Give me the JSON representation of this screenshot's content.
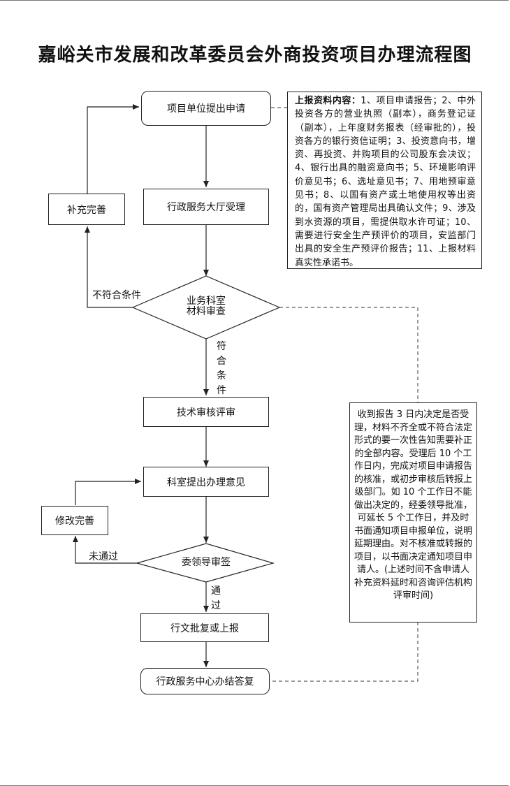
{
  "title": "嘉峪关市发展和改革委员会外商投资项目办理流程图",
  "steps": {
    "apply": "项目单位提出申请",
    "accept": "行政服务大厅受理",
    "review": "业务科室\n材料审查",
    "tech": "技术审核评审",
    "opinion": "科室提出办理意见",
    "leader": "委领导审签",
    "reply": "行文批复或上报",
    "finish": "行政服务中心办结答复",
    "supplement": "补充完善",
    "modify": "修改完善"
  },
  "edge_labels": {
    "not_qualified": "不符合条件",
    "qualified": "符合条件",
    "not_passed": "未通过",
    "passed": "通过"
  },
  "materials_note": {
    "heading": "上报资料内容：",
    "body": "1、项目申请报告；2、中外投资各方的营业执照（副本），商务登记证（副本），上年度财务报表（经审批的），投资各方的银行资信证明；3、投资意向书，增资、再投资、并购项目的公司股东会决议；4、银行出具的融资意向书；5、环境影响评价意见书；6、选址意见书；7、用地预审意见书；8、以国有资产或土地使用权等出资的，国有资产管理局出具确认文件；9、涉及到水资源的项目，需提供取水许可证；10、需要进行安全生产预评价的项目，安监部门出具的安全生产预评价报告；11、上报材料真实性承诺书。"
  },
  "timing_note": "收到报告 3 日内决定是否受理，材料不齐全或不符合法定形式的要一次性告知需要补正的全部内容。受理后 10 个工作日内，完成对项目申请报告的核准，或初步审核后转报上级部门。如 10 个工作日不能做出决定的，经委领导批准，可延长 5 个工作日，并及时书面通知项目申报单位，说明延期理由。对不核准或转报的项目，以书面决定通知项目申请人。(上述时间不含申请人补充资料延时和咨询评估机构评审时间)"
}
